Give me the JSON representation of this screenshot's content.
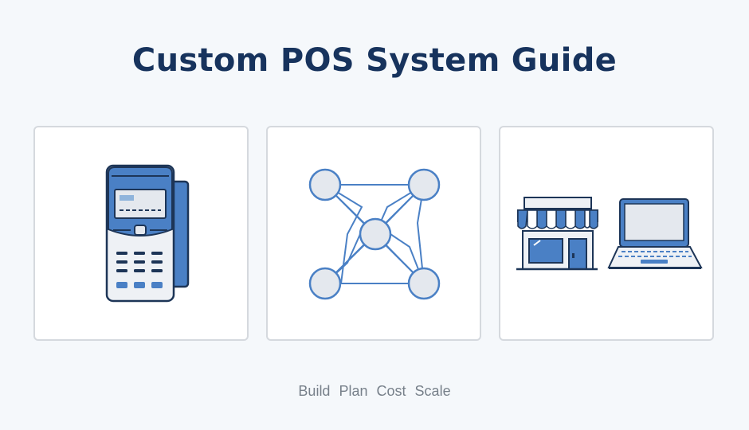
{
  "title": "Custom POS System Guide",
  "tagline_words": [
    "Build",
    "Plan",
    "Cost",
    "Scale"
  ],
  "colors": {
    "title": "#17335d",
    "outline": "#1d3557",
    "blue": "#4a80c5",
    "light_blue": "#8fb4dc",
    "light_gray": "#e4e8ee",
    "card_border": "#d5d9de",
    "tagline": "#77808a"
  },
  "icons": {
    "card_1": "card-terminal-icon",
    "card_2": "network-icon",
    "card_3": "storefront-and-laptop-icon"
  }
}
